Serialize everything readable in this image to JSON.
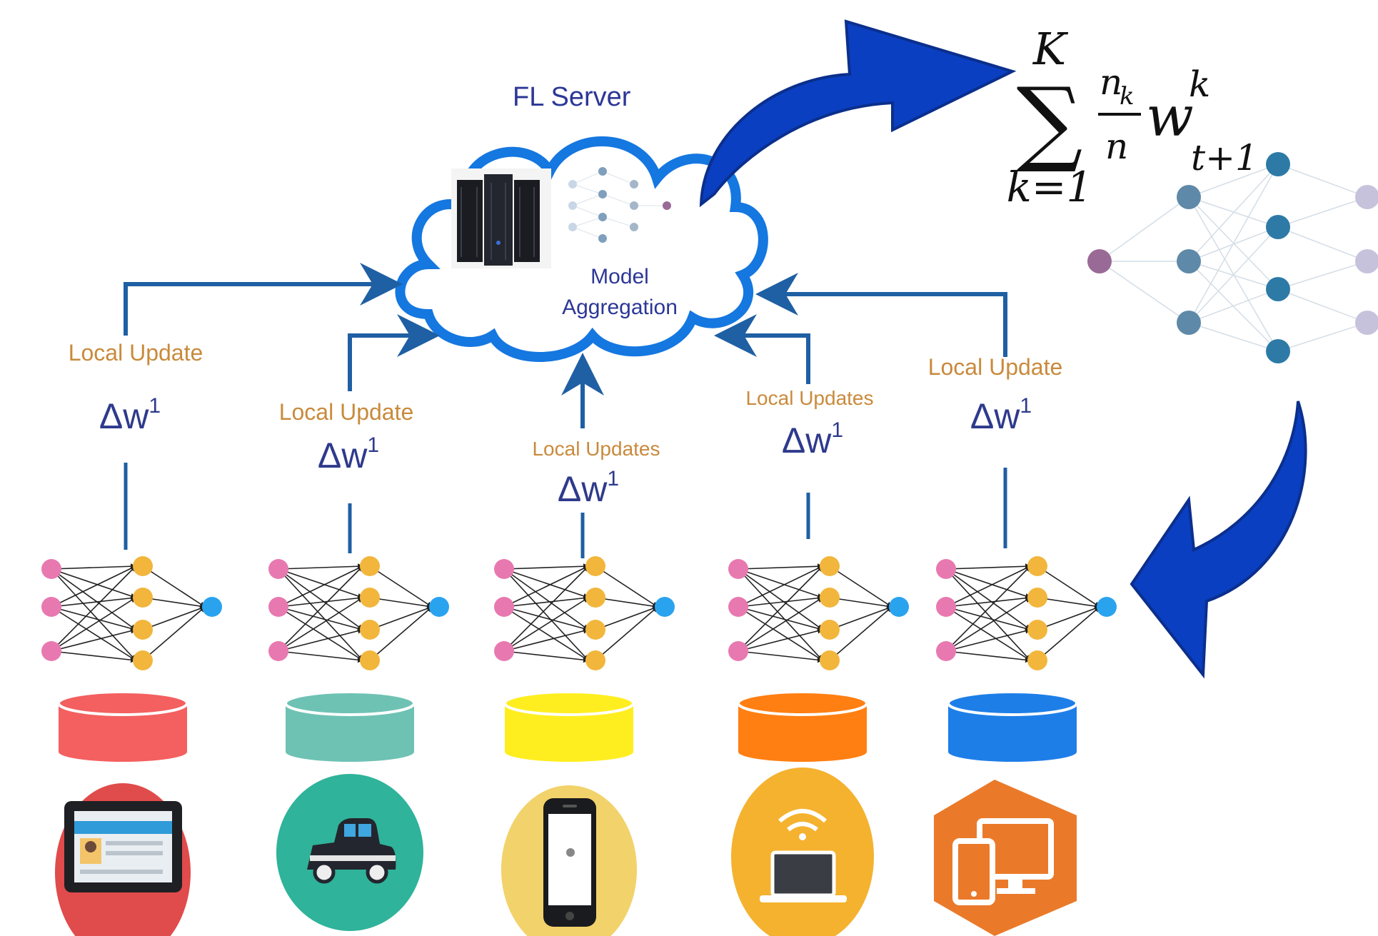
{
  "server": {
    "title": "FL Server",
    "aggregation_line1": "Model",
    "aggregation_line2": "Aggregation"
  },
  "formula": {
    "sigma": "∑",
    "upper_limit": "K",
    "lower_limit": "k=1",
    "numerator": "n",
    "numerator_sub": "k",
    "denominator": "n",
    "weight": "w",
    "weight_sup": "k",
    "weight_sub": "t+1"
  },
  "clients": [
    {
      "update_label": "Local Update",
      "delta": "Δw",
      "delta_sup": "1",
      "db_color": "#f45f5f",
      "device": "tablet-icon",
      "device_bg": "#e04b4b"
    },
    {
      "update_label": "Local Update",
      "delta": "Δw",
      "delta_sup": "1",
      "db_color": "#6ec2b4",
      "device": "car-icon",
      "device_bg": "#2fb39a"
    },
    {
      "update_label": "Local Updates",
      "delta": "Δw",
      "delta_sup": "1",
      "db_color": "#ffee1f",
      "device": "smartphone-icon",
      "device_bg": "#f2d26a"
    },
    {
      "update_label": "Local Updates",
      "delta": "Δw",
      "delta_sup": "1",
      "db_color": "#ff7f12",
      "device": "laptop-wifi-icon",
      "device_bg": "#f4b22f"
    },
    {
      "update_label": "Local Update",
      "delta": "Δw",
      "delta_sup": "1",
      "db_color": "#1e7ee8",
      "device": "multi-device-icon",
      "device_bg": "#ea7a2a"
    }
  ],
  "colors": {
    "arrow_line": "#1f5fa3",
    "cloud_outline": "#1577e0",
    "big_arrow": "#0a3fc2",
    "nn_input": "#e879b0",
    "nn_hidden": "#f2b63c",
    "nn_output": "#2aa3ef"
  }
}
